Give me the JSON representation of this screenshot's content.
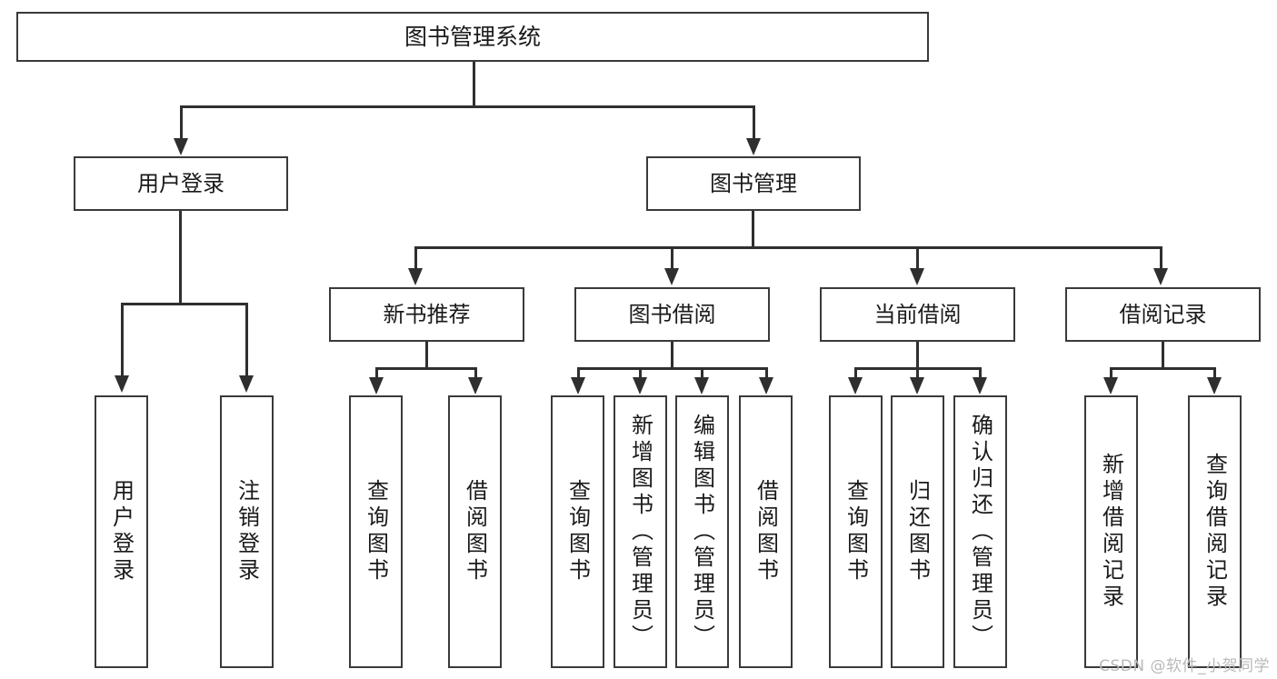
{
  "diagram": {
    "title": "图书管理系统",
    "type": "tree-hierarchy-chart",
    "root": {
      "label": "图书管理系统"
    },
    "level2": [
      {
        "label": "用户登录"
      },
      {
        "label": "图书管理"
      }
    ],
    "level3": [
      {
        "label": "新书推荐"
      },
      {
        "label": "图书借阅"
      },
      {
        "label": "当前借阅"
      },
      {
        "label": "借阅记录"
      }
    ],
    "leaves": {
      "user_login": [
        {
          "label": "用户登录"
        },
        {
          "label": "注销登录"
        }
      ],
      "new_book_recommend": [
        {
          "label": "查询图书"
        },
        {
          "label": "借阅图书"
        }
      ],
      "book_borrow": [
        {
          "label": "查询图书"
        },
        {
          "label": "新增图书（管理员）"
        },
        {
          "label": "编辑图书（管理员）"
        },
        {
          "label": "借阅图书"
        }
      ],
      "current_borrow": [
        {
          "label": "查询图书"
        },
        {
          "label": "归还图书"
        },
        {
          "label": "确认归还（管理员）"
        }
      ],
      "borrow_record": [
        {
          "label": "新增借阅记录"
        },
        {
          "label": "查询借阅记录"
        }
      ]
    }
  },
  "watermark": {
    "text": "CSDN @软件_小贺同学"
  },
  "colors": {
    "background": "#ffffff",
    "box_border": "#3a3a3a",
    "connector": "#2f2f2f",
    "text": "#1a1a1a",
    "watermark": "#b9b9b9"
  }
}
